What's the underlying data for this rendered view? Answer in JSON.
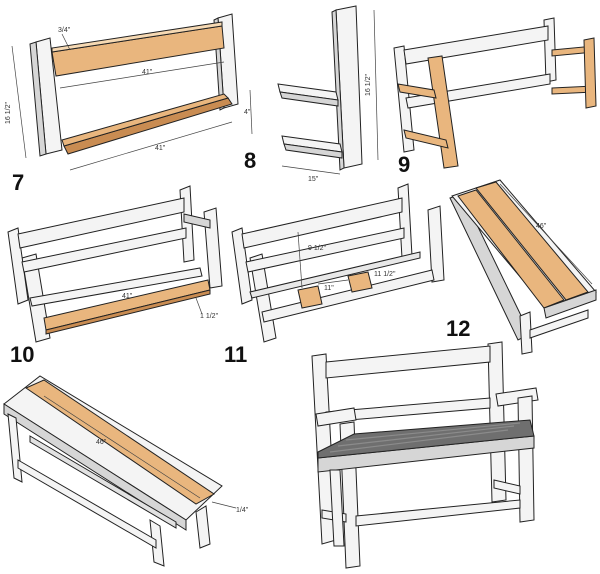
{
  "colors": {
    "white_board": "#f4f4f4",
    "white_side": "#d6d6d6",
    "white_dark": "#bdbdbd",
    "wood": "#e9b67e",
    "wood_dark": "#c98c52",
    "seat_gray": "#6f6f6f",
    "seat_gray_light": "#8b8b8b",
    "outline": "#222222"
  },
  "steps": {
    "s7": {
      "number": "7",
      "dims": {
        "board_thickness": "3/4\"",
        "top_length": "41\"",
        "bottom_length": "41\"",
        "height": "16 1/2\""
      }
    },
    "s8": {
      "number": "8",
      "dims": {
        "height": "16 1/2\"",
        "spacing": "4\"",
        "depth": "15\""
      }
    },
    "s9": {
      "number": "9"
    },
    "s10": {
      "number": "10",
      "dims": {
        "length": "41\"",
        "offset": "1 1/2\""
      }
    },
    "s11": {
      "number": "11",
      "dims": {
        "height": "9 1/2\"",
        "span": "11\"",
        "gap": "11 1/2\""
      }
    },
    "s12": {
      "number": "12",
      "dims": {
        "length": "46\""
      }
    },
    "s13": {
      "dims": {
        "length": "46\"",
        "overhang": "1/4\""
      }
    }
  }
}
